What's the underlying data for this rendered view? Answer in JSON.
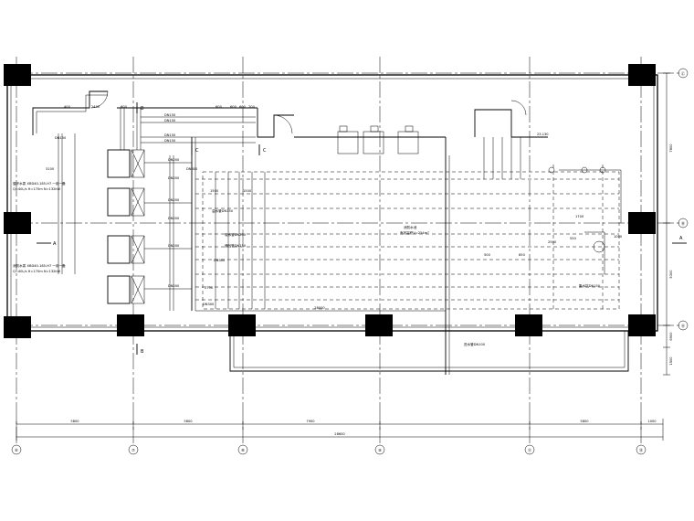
{
  "plan": {
    "grid_columns": [
      {
        "label": "⑥"
      },
      {
        "label": "⑦"
      },
      {
        "label": "⑧"
      },
      {
        "label": "⑨"
      },
      {
        "label": "⑪"
      },
      {
        "label": "⑫"
      }
    ],
    "grid_rows": [
      {
        "label": "Ⓒ"
      },
      {
        "label": "Ⓑ"
      },
      {
        "label": "Ⓐ"
      }
    ],
    "bottom_dims": [
      "5800",
      "5800",
      "7900",
      "5800",
      "1000"
    ],
    "bottom_total": "28600",
    "right_dims": [
      "7800",
      "5300",
      "6900",
      "1500"
    ],
    "inner_dim": "28000",
    "section_marks": [
      "A",
      "A",
      "B",
      "B",
      "C",
      "C"
    ],
    "equipment_notes": [
      "循环水泵 XBD40-185-H7 一用一备",
      "Q=40L/s H=170m N=132kW",
      "消防水泵 XBD40-185-H7 一用一备",
      "Q=40L/s H=170m N=132kW"
    ],
    "pool_labels": [
      "消防水池",
      "有效容积V=254m³"
    ],
    "pipe_labels": [
      "DN150",
      "DN150",
      "DN150",
      "DN150",
      "DN150",
      "DN200",
      "DN200",
      "DN200",
      "DN200",
      "DN200",
      "DN200",
      "DN300",
      "DN300",
      "DN300"
    ],
    "tags": [
      "集水坑DN150",
      "溢水管DN150",
      "吸水管DN200",
      "通气管DN150",
      "进水管DN100",
      "23.130"
    ],
    "small_dims": [
      "400",
      "2400",
      "600",
      "600",
      "600",
      "600",
      "200",
      "1500",
      "1500",
      "1700",
      "500",
      "650",
      "2500",
      "1000",
      "550",
      "2750",
      "3100"
    ]
  }
}
